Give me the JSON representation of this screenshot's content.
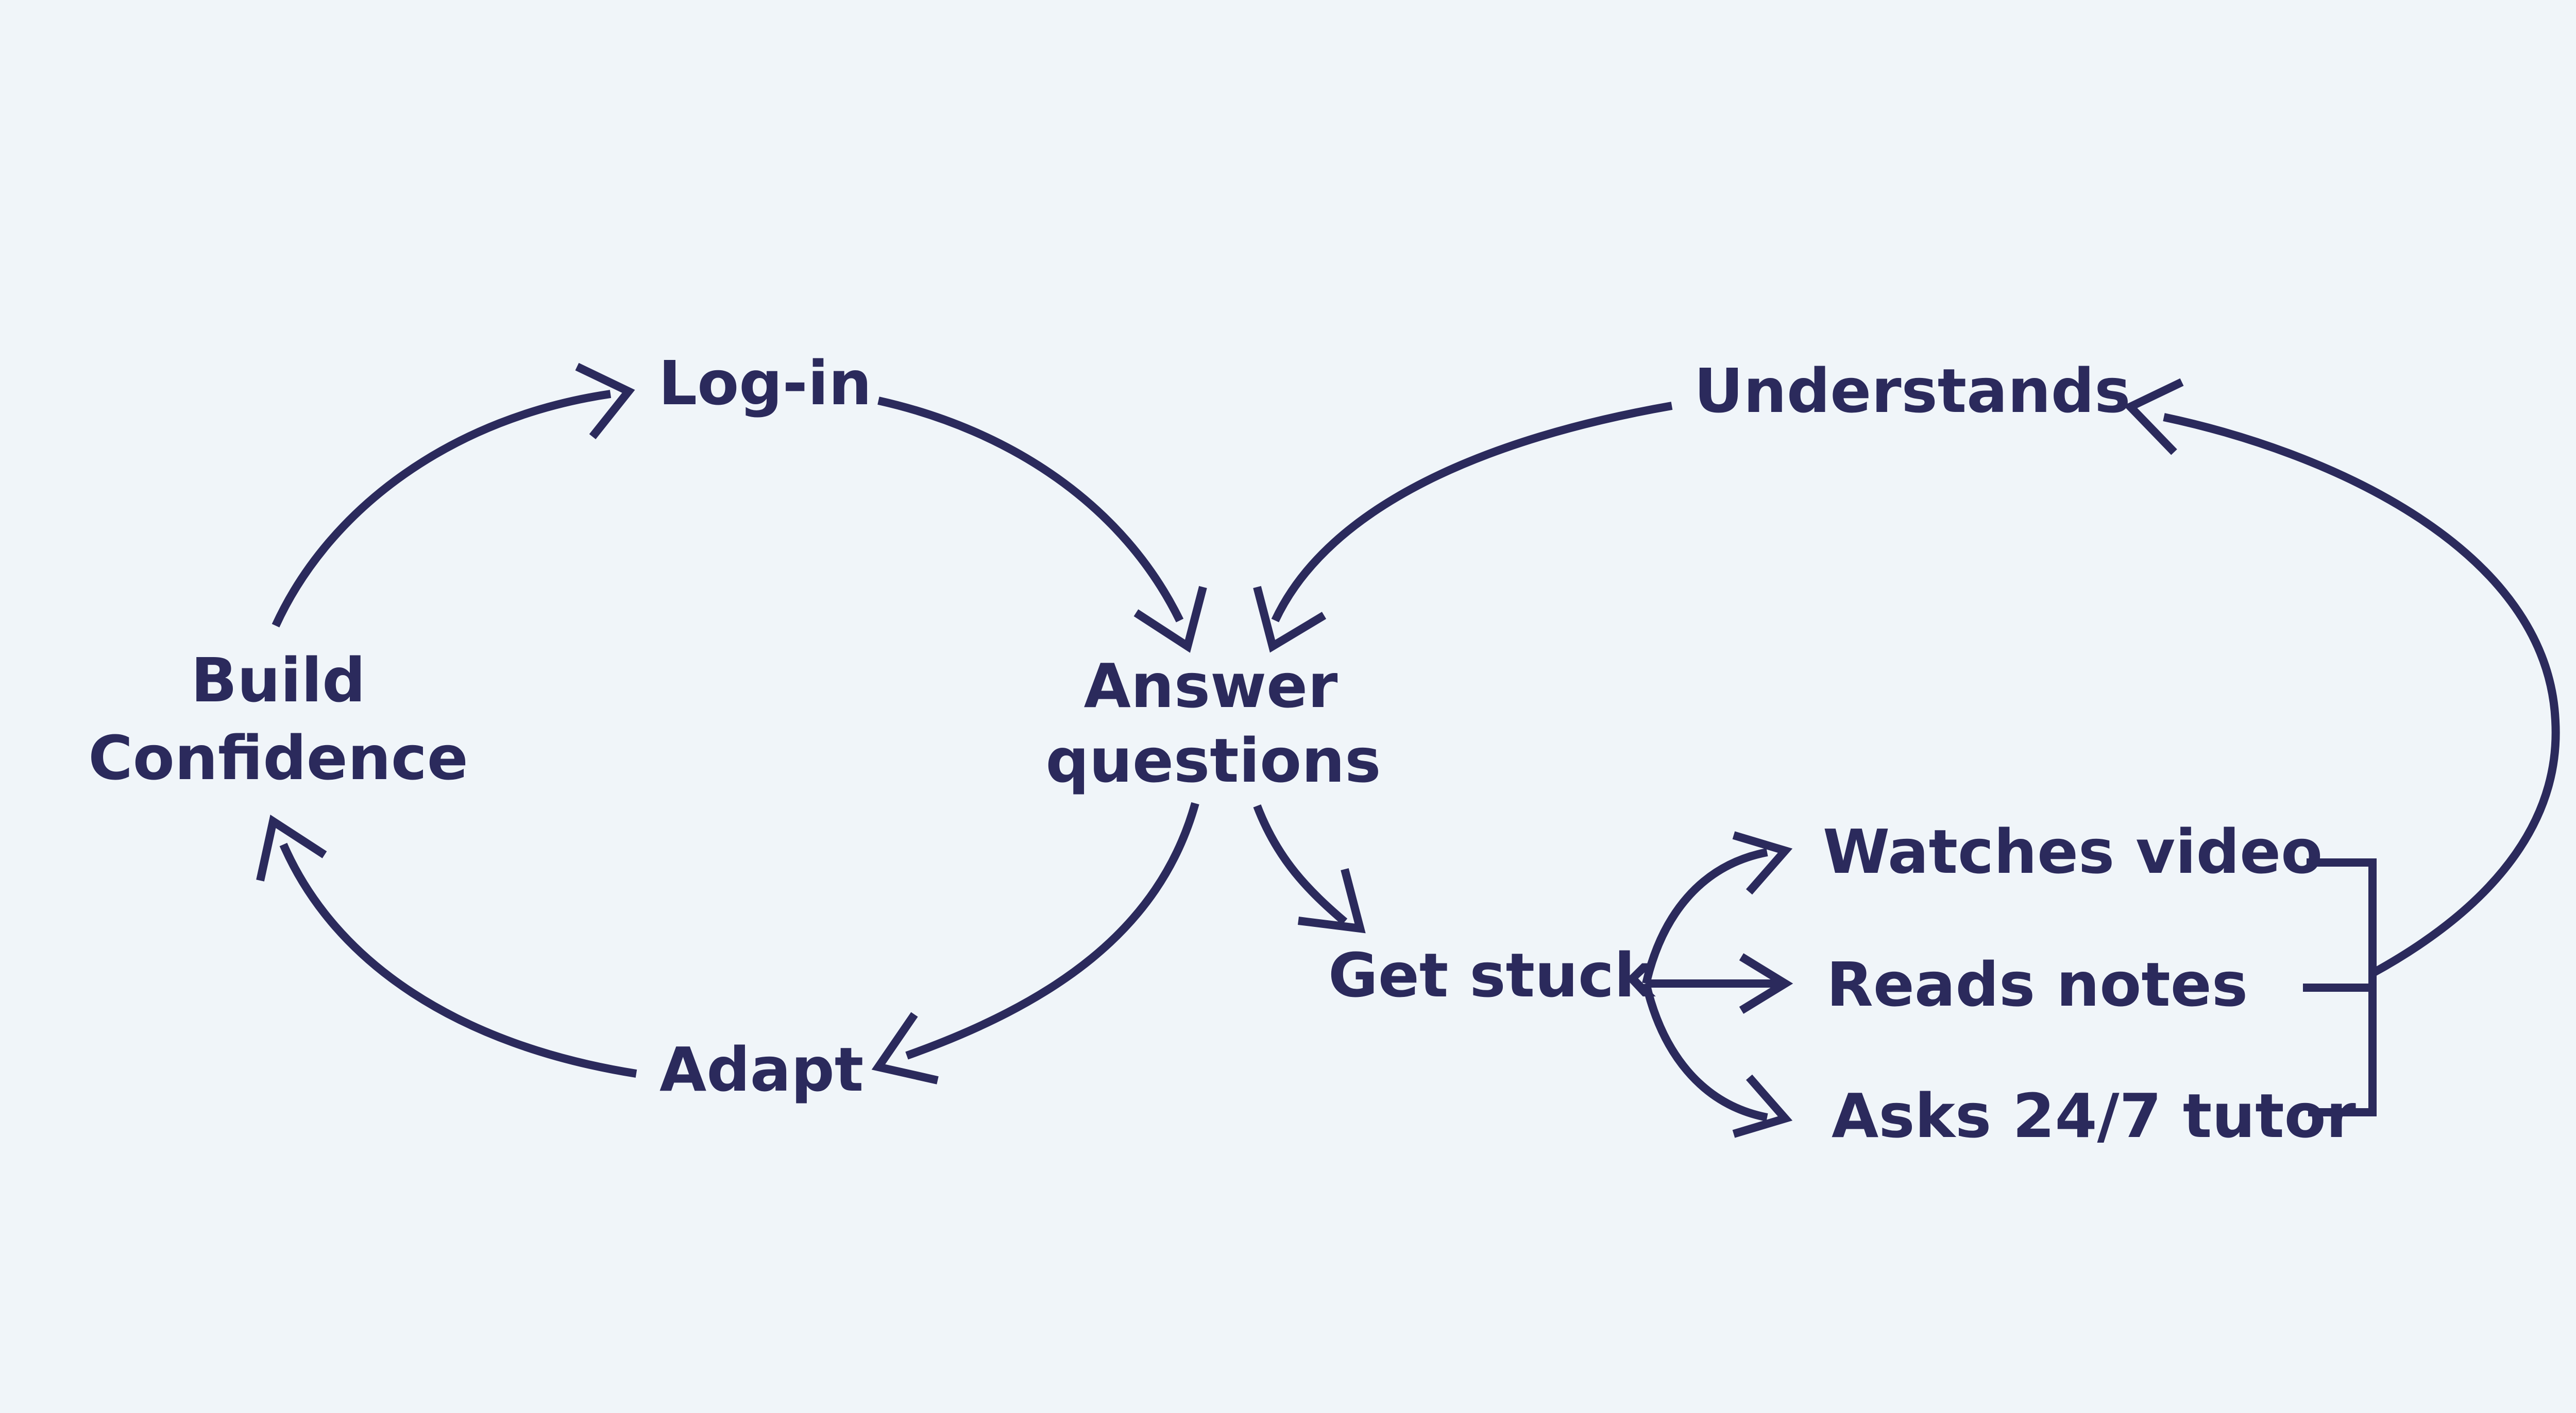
{
  "colors": {
    "background": "#f0f5f9",
    "ink": "#2b2a5c"
  },
  "nodes": {
    "login": "Log-in",
    "answer_line1": "Answer",
    "answer_line2": "questions",
    "build_line1": "Build",
    "build_line2": "Confidence",
    "adapt": "Adapt",
    "understands": "Understands",
    "get_stuck": "Get stuck",
    "watches_video": "Watches video",
    "reads_notes": "Reads notes",
    "asks_tutor": "Asks 24/7 tutor"
  },
  "edges": [
    {
      "from": "Build Confidence",
      "to": "Log-in"
    },
    {
      "from": "Log-in",
      "to": "Answer questions"
    },
    {
      "from": "Answer questions",
      "to": "Adapt"
    },
    {
      "from": "Adapt",
      "to": "Build Confidence"
    },
    {
      "from": "Answer questions",
      "to": "Get stuck"
    },
    {
      "from": "Get stuck",
      "to": "Watches video"
    },
    {
      "from": "Get stuck",
      "to": "Reads notes"
    },
    {
      "from": "Get stuck",
      "to": "Asks 24/7 tutor"
    },
    {
      "from": "Watches video / Reads notes / Asks 24/7 tutor",
      "to": "Understands"
    },
    {
      "from": "Understands",
      "to": "Answer questions"
    }
  ]
}
